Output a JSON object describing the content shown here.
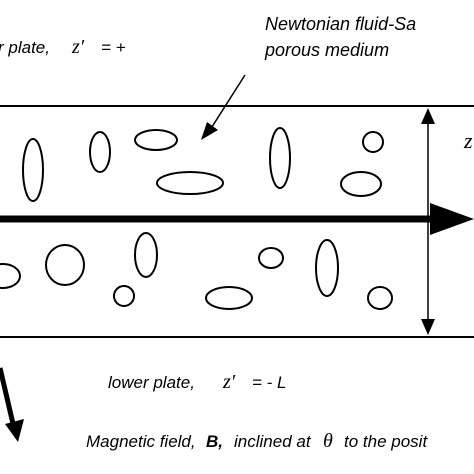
{
  "labels": {
    "upper_plate_text": "r plate,",
    "upper_plate_var": "z′",
    "upper_plate_eq": "= +",
    "medium_line1": "Newtonian fluid-Sa",
    "medium_line2": "porous medium",
    "right_z": "z",
    "lower_plate_text": "lower plate,",
    "lower_plate_var": "z′",
    "lower_plate_eq": "= - L",
    "magnetic_prefix": "Magnetic field,",
    "magnetic_symbol": "B,",
    "magnetic_mid": "inclined at",
    "magnetic_theta": "θ",
    "magnetic_suffix": "to the posit"
  },
  "colors": {
    "stroke": "#000000",
    "background": "#ffffff"
  }
}
